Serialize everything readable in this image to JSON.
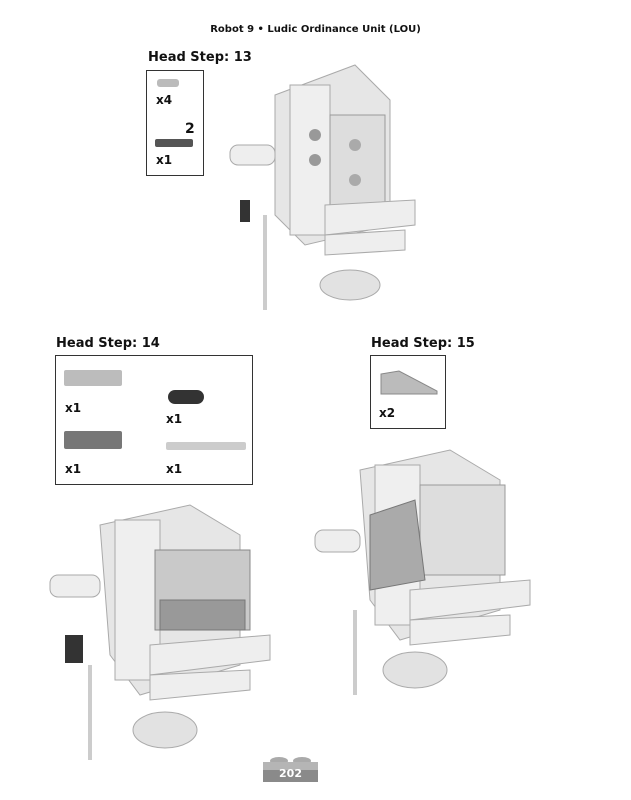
{
  "header": {
    "title": "Robot 9 • Ludic Ordinance Unit (LOU)"
  },
  "steps": [
    {
      "label": "Head Step: 13",
      "parts": [
        {
          "qty": "x4"
        },
        {
          "qty": "x1",
          "size": "2"
        }
      ]
    },
    {
      "label": "Head Step: 14",
      "parts": [
        {
          "qty": "x1"
        },
        {
          "qty": "x1"
        },
        {
          "qty": "x1"
        },
        {
          "qty": "x1"
        }
      ]
    },
    {
      "label": "Head Step: 15",
      "parts": [
        {
          "qty": "x2"
        }
      ]
    }
  ],
  "footer": {
    "page_number": "202"
  }
}
